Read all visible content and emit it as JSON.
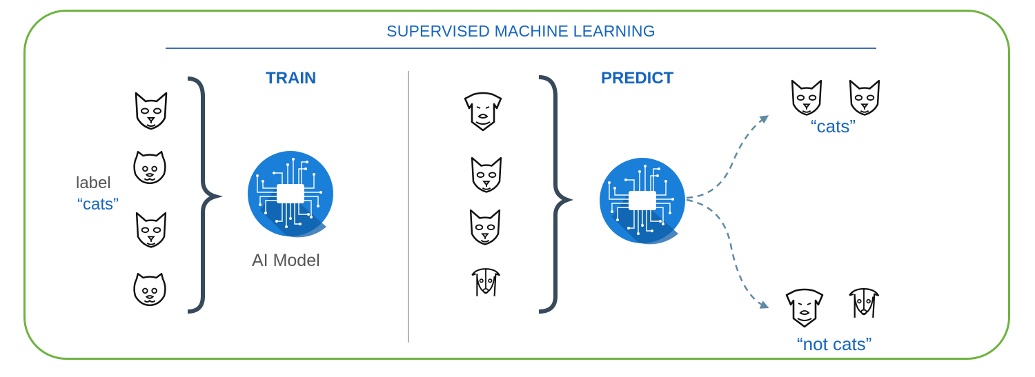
{
  "title": "SUPERVISED MACHINE LEARNING",
  "train": {
    "heading": "TRAIN",
    "label_word": "label",
    "label_value": "“cats”",
    "inputs": [
      {
        "icon": "tabby-cat-icon",
        "kind": "cat"
      },
      {
        "icon": "persian-cat-icon",
        "kind": "cat"
      },
      {
        "icon": "sphynx-cat-icon",
        "kind": "cat"
      },
      {
        "icon": "shorthair-cat-icon",
        "kind": "cat"
      }
    ],
    "model_label": "AI Model",
    "model_icon": "ai-chip-icon"
  },
  "predict": {
    "heading": "PREDICT",
    "inputs": [
      {
        "icon": "terrier-dog-icon",
        "kind": "dog"
      },
      {
        "icon": "sphynx-cat-icon",
        "kind": "cat"
      },
      {
        "icon": "siamese-cat-icon",
        "kind": "cat"
      },
      {
        "icon": "hound-dog-icon",
        "kind": "dog"
      }
    ],
    "model_icon": "ai-chip-icon",
    "outputs": [
      {
        "label": "“cats”",
        "icons": [
          "sphynx-cat-icon",
          "siamese-cat-icon"
        ]
      },
      {
        "label": "“not cats”",
        "icons": [
          "terrier-dog-icon",
          "hound-dog-icon"
        ]
      }
    ]
  },
  "colors": {
    "frame": "#6db33f",
    "accent_blue": "#1565c0",
    "chip_blue": "#1a7fd8",
    "chip_shadow": "#0f5fa8",
    "bracket": "#37495a",
    "arrow": "#5f8aa3",
    "divider": "#b5b5b5"
  }
}
